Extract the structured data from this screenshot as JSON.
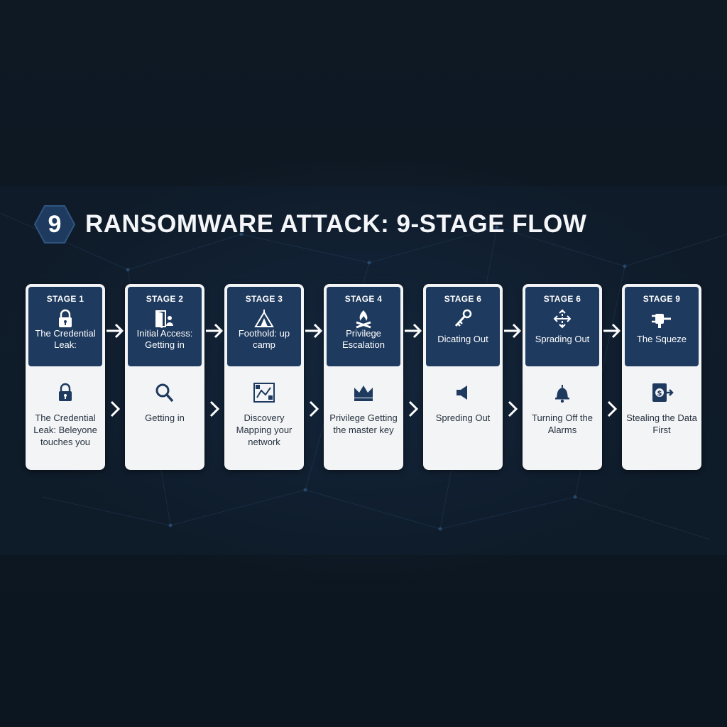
{
  "title": {
    "badge": "9",
    "text": "RANSOMWARE ATTACK: 9-STAGE FLOW"
  },
  "stages": [
    {
      "label": "STAGE 1",
      "top_icon": "padlock-icon",
      "top_title": "The Credential Leak:",
      "bottom_icon": "padlock-icon",
      "bottom_text": "The Credential Leak: Beleyone touches you"
    },
    {
      "label": "STAGE 2",
      "top_icon": "door-user-icon",
      "top_title": "Initial Access: Getting in",
      "bottom_icon": "magnifier-icon",
      "bottom_text": "Getting in"
    },
    {
      "label": "STAGE 3",
      "top_icon": "tent-icon",
      "top_title": "Foothold: up camp",
      "bottom_icon": "network-map-icon",
      "bottom_text": "Discovery Mapping your network"
    },
    {
      "label": "STAGE 4",
      "top_icon": "campfire-icon",
      "top_title": "Privilege Escalation",
      "bottom_icon": "crown-icon",
      "bottom_text": "Privilege Getting the master key"
    },
    {
      "label": "STAGE 6",
      "top_icon": "key-icon",
      "top_title": "Dicating Out",
      "bottom_icon": "speaker-icon",
      "bottom_text": "Spreding Out"
    },
    {
      "label": "STAGE 6",
      "top_icon": "spread-arrows-icon",
      "top_title": "Sprading Out",
      "bottom_icon": "bell-icon",
      "bottom_text": "Turning Off the Alarms"
    },
    {
      "label": "STAGE 9",
      "top_icon": "plug-icon",
      "top_title": "The Squeze",
      "bottom_icon": "money-transfer-icon",
      "bottom_text": "Stealing the Data First"
    }
  ],
  "colors": {
    "background": "#0d1722",
    "card_header": "#1e3a5f",
    "card_body": "#f3f4f6",
    "title_text": "#f4f6f9",
    "icon_dark": "#1e3a5f",
    "arrow": "#ffffff"
  }
}
